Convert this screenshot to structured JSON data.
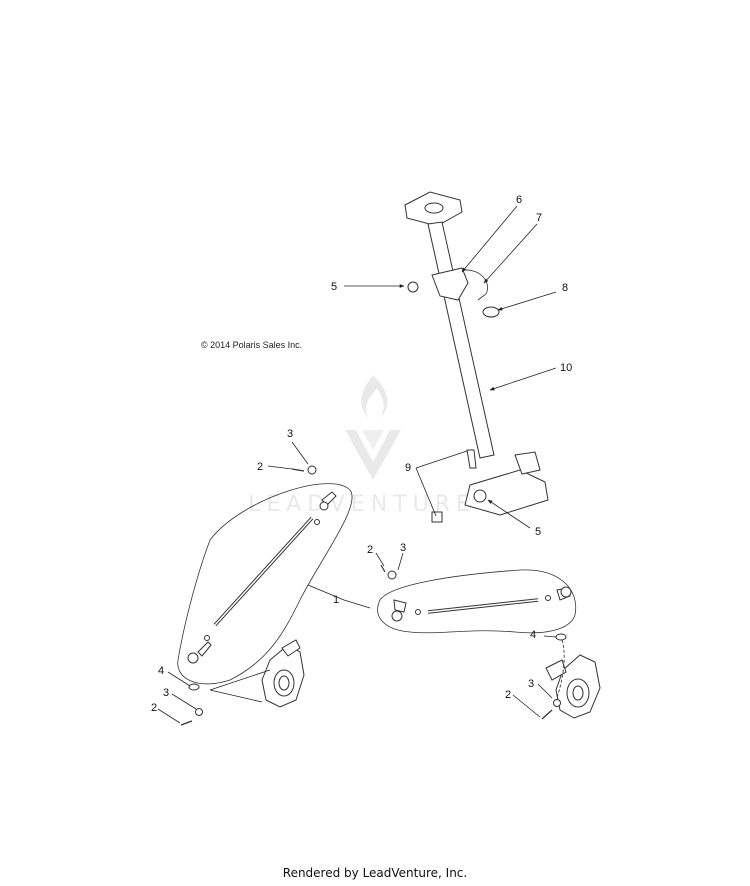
{
  "copyright": "© 2014 Polaris Sales Inc.",
  "watermark": "LEADVENTURE",
  "footer": "Rendered by LeadVenture, Inc.",
  "callouts": {
    "c1": "1",
    "c2a": "2",
    "c2b": "2",
    "c2c": "2",
    "c2d": "2",
    "c3a": "3",
    "c3b": "3",
    "c3c": "3",
    "c3d": "3",
    "c4a": "4",
    "c4b": "4",
    "c5a": "5",
    "c5b": "5",
    "c6": "6",
    "c7": "7",
    "c8": "8",
    "c9": "9",
    "c10": "10"
  },
  "icons": {
    "watermark_logo": "flame-v-logo-icon"
  }
}
